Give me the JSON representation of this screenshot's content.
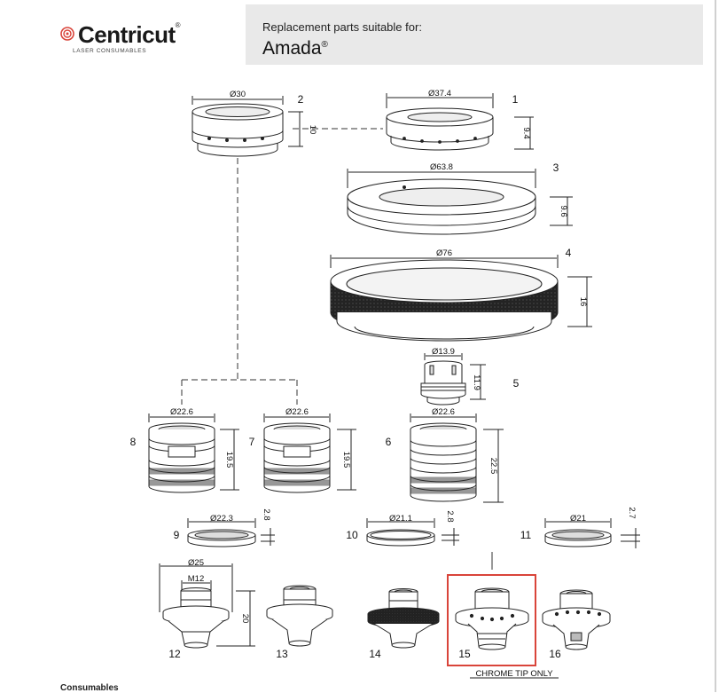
{
  "brand": {
    "name": "Centricut",
    "reg": "®",
    "tagline": "LASER CONSUMABLES"
  },
  "header": {
    "subtitle": "Replacement parts suitable for:",
    "title": "Amada",
    "title_reg": "®"
  },
  "parts": {
    "p1": {
      "number": "1",
      "diameter": "Ø37.4",
      "height": "9.4"
    },
    "p2": {
      "number": "2",
      "diameter": "Ø30",
      "height": "10"
    },
    "p3": {
      "number": "3",
      "diameter": "Ø63.8",
      "height": "9.6"
    },
    "p4": {
      "number": "4",
      "diameter": "Ø76",
      "height": "16"
    },
    "p5": {
      "number": "5",
      "diameter": "Ø13.9",
      "height": "11.9"
    },
    "p6": {
      "number": "6",
      "diameter": "Ø22.6",
      "height": "22.5"
    },
    "p7": {
      "number": "7",
      "diameter": "Ø22.6",
      "height": "19.5"
    },
    "p8": {
      "number": "8",
      "diameter": "Ø22.6",
      "height": "19.5"
    },
    "p9": {
      "number": "9",
      "diameter": "Ø22.3",
      "height": "2.8"
    },
    "p10": {
      "number": "10",
      "diameter": "Ø21.1",
      "height": "2.8"
    },
    "p11": {
      "number": "11",
      "diameter": "Ø21",
      "height": "2.7"
    },
    "p12": {
      "number": "12",
      "diameter": "Ø25",
      "thread": "M12",
      "height": "20"
    },
    "p13": {
      "number": "13"
    },
    "p14": {
      "number": "14"
    },
    "p15": {
      "number": "15",
      "note": "CHROME TIP ONLY"
    },
    "p16": {
      "number": "16"
    }
  },
  "highlight_color": "#d9443a",
  "footer": {
    "label": "Consumables"
  }
}
